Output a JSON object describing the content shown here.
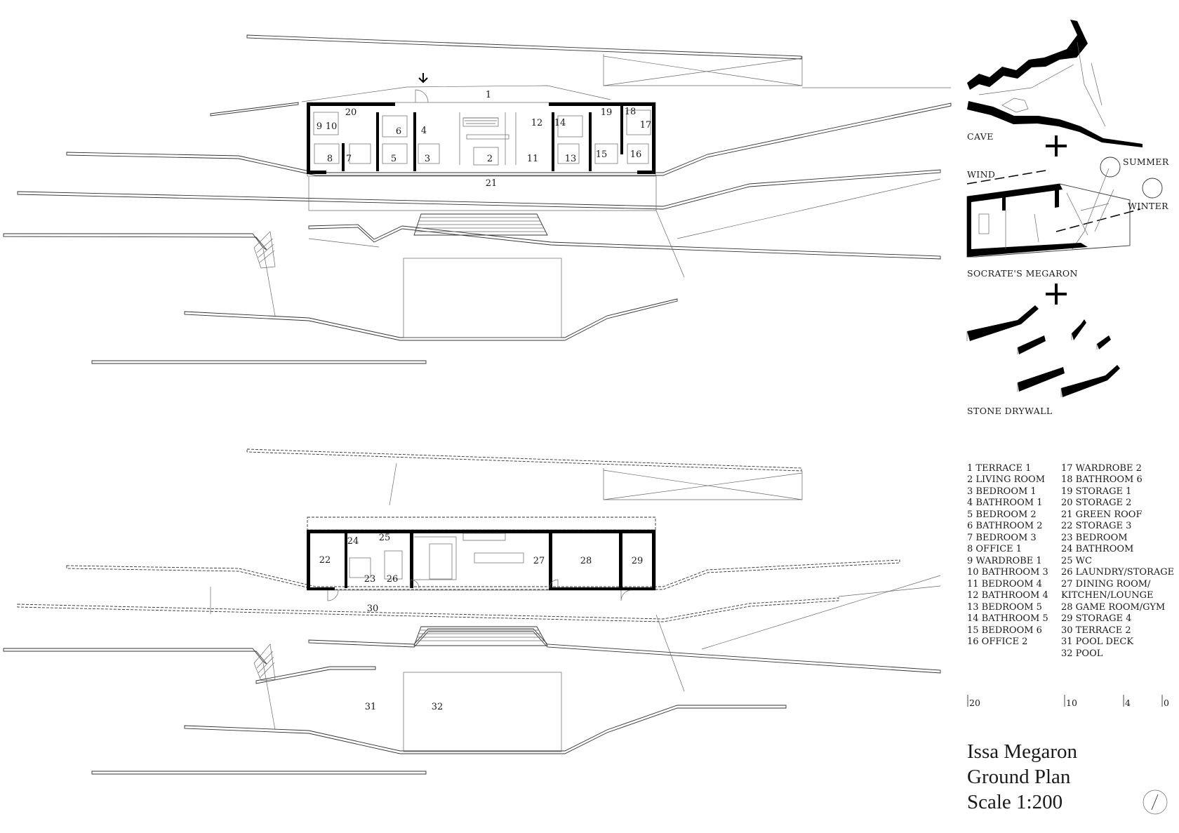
{
  "title_lines": [
    "Issa Megaron",
    "Ground Plan",
    "Scale 1:200"
  ],
  "upper_plan": {
    "rooms": [
      {
        "id": "r1",
        "label": "1"
      },
      {
        "id": "r2",
        "label": "2"
      },
      {
        "id": "r3",
        "label": "3"
      },
      {
        "id": "r4",
        "label": "4"
      },
      {
        "id": "r5",
        "label": "5"
      },
      {
        "id": "r6",
        "label": "6"
      },
      {
        "id": "r7",
        "label": "7"
      },
      {
        "id": "r8",
        "label": "8"
      },
      {
        "id": "r9",
        "label": "9"
      },
      {
        "id": "r10",
        "label": "10"
      },
      {
        "id": "r11",
        "label": "11"
      },
      {
        "id": "r12",
        "label": "12"
      },
      {
        "id": "r13",
        "label": "13"
      },
      {
        "id": "r14",
        "label": "14"
      },
      {
        "id": "r15",
        "label": "15"
      },
      {
        "id": "r16",
        "label": "16"
      },
      {
        "id": "r17",
        "label": "17"
      },
      {
        "id": "r18",
        "label": "18"
      },
      {
        "id": "r19",
        "label": "19"
      },
      {
        "id": "r20",
        "label": "20"
      },
      {
        "id": "r21",
        "label": "21"
      }
    ]
  },
  "lower_plan": {
    "rooms": [
      {
        "id": "r22",
        "label": "22"
      },
      {
        "id": "r23",
        "label": "23"
      },
      {
        "id": "r24",
        "label": "24"
      },
      {
        "id": "r25",
        "label": "25"
      },
      {
        "id": "r26",
        "label": "26"
      },
      {
        "id": "r27",
        "label": "27"
      },
      {
        "id": "r28",
        "label": "28"
      },
      {
        "id": "r29",
        "label": "29"
      },
      {
        "id": "r30",
        "label": "30"
      },
      {
        "id": "r31",
        "label": "31"
      },
      {
        "id": "r32",
        "label": "32"
      }
    ]
  },
  "concept_diagram": {
    "cave": "CAVE",
    "wind": "WIND",
    "summer": "SUMMER",
    "winter": "WINTER",
    "megaron": "SOCRATE'S MEGARON",
    "drywall": "STONE DRYWALL"
  },
  "legend": {
    "col1": [
      "1 TERRACE 1",
      "2 LIVING ROOM",
      "3 BEDROOM 1",
      "4 BATHROOM 1",
      "5 BEDROOM 2",
      "6 BATHROOM 2",
      "7 BEDROOM 3",
      "8 OFFICE 1",
      "9 WARDROBE 1",
      "10 BATHROOM 3",
      "11 BEDROOM 4",
      "12 BATHROOM 4",
      "13 BEDROOM 5",
      "14 BATHROOM 5",
      "15 BEDROOM 6",
      "16 OFFICE 2"
    ],
    "col2": [
      "17 WARDROBE 2",
      "18 BATHROOM 6",
      "19 STORAGE 1",
      "20 STORAGE 2",
      "21 GREEN ROOF",
      "22 STORAGE 3",
      "23 BEDROOM",
      "24 BATHROOM",
      "25 WC",
      "26 LAUNDRY/STORAGE",
      "27 DINING ROOM/",
      "KITCHEN/LOUNGE",
      "28 GAME ROOM/GYM",
      "29 STORAGE 4",
      "30 TERRACE 2",
      "31 POOL DECK",
      "32 POOL"
    ]
  },
  "scale_bar": [
    "20",
    "10",
    "4",
    "0"
  ]
}
